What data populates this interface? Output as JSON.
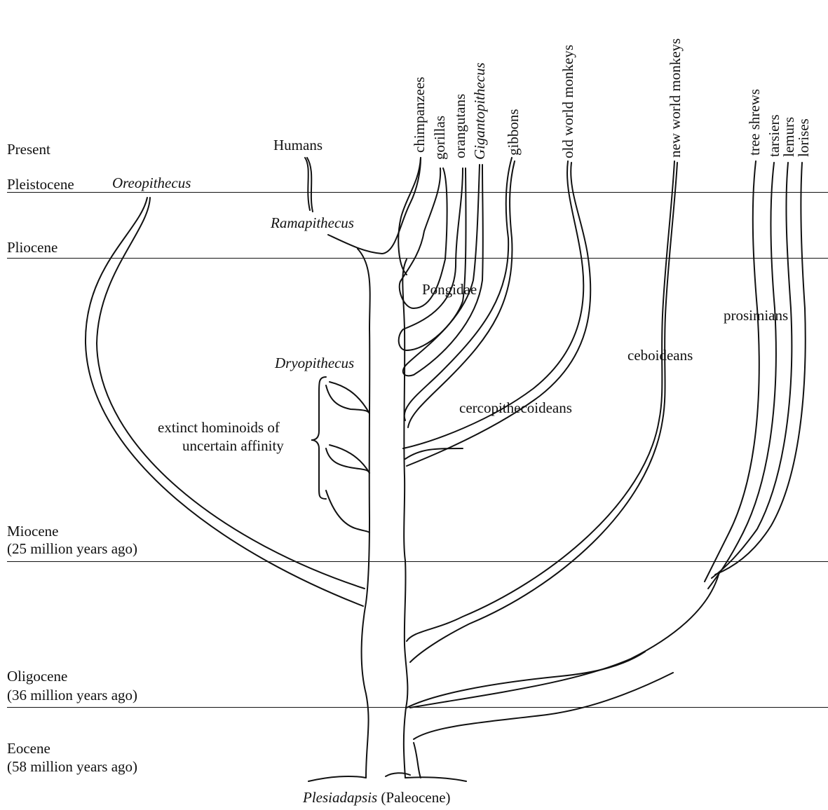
{
  "epochs": {
    "present": "Present",
    "pleistocene": "Pleistocene",
    "pliocene": "Pliocene",
    "miocene": "Miocene",
    "miocene_age": "(25 million years ago)",
    "oligocene": "Oligocene",
    "oligocene_age": "(36 million years ago)",
    "eocene": "Eocene",
    "eocene_age": "(58 million years ago)"
  },
  "taxa": {
    "oreopithecus": "Oreopithecus",
    "humans": "Humans",
    "ramapithecus": "Ramapithecus",
    "dryopithecus": "Dryopithecus",
    "extinct_line1": "extinct hominoids of",
    "extinct_line2": "uncertain affinity",
    "pongidae": "Pongidae",
    "cercopithecoideans": "cercopithecoideans",
    "ceboideans": "ceboideans",
    "prosimians": "prosimians",
    "chimpanzees": "chimpanzees",
    "gorillas": "gorillas",
    "orangutans": "orangutans",
    "gigantopithecus": "Gigantopithecus",
    "gibbons": "gibbons",
    "old_world_monkeys": "old world monkeys",
    "new_world_monkeys": "new world monkeys",
    "tree_shrews": "tree shrews",
    "tarsiers": "tarsiers",
    "lemurs": "lemurs",
    "lorises": "lorises",
    "plesiadapsis": "Plesiadapsis",
    "paleocene": "(Paleocene)"
  }
}
